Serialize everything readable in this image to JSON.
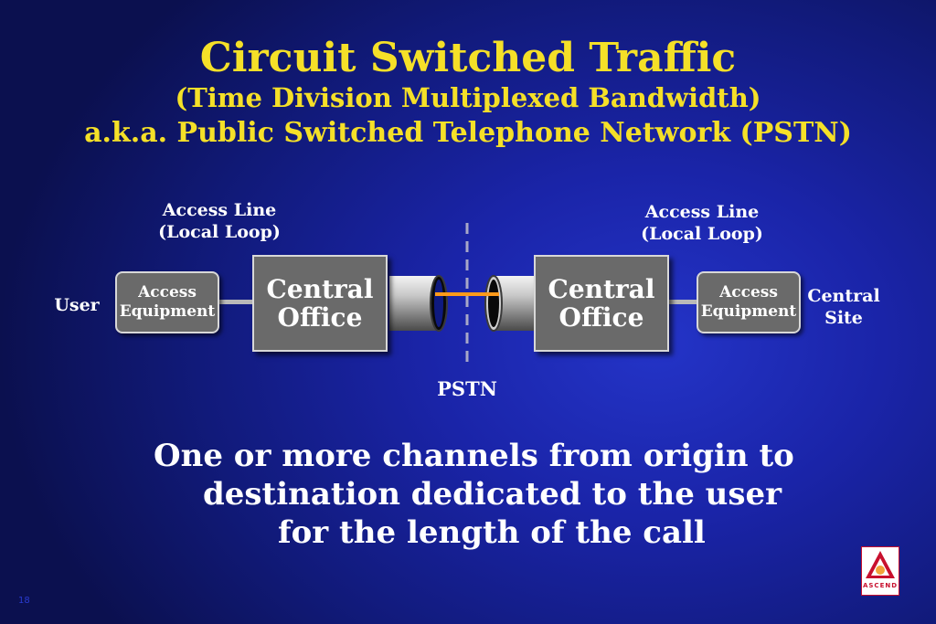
{
  "header": {
    "title": "Circuit Switched Traffic",
    "subtitle": "(Time Division Multiplexed Bandwidth)",
    "subtitle2": "a.k.a. Public Switched Telephone Network (PSTN)"
  },
  "diagram": {
    "left_access_line": [
      "Access Line",
      "(Local Loop)"
    ],
    "right_access_line": [
      "Access Line",
      "(Local Loop)"
    ],
    "user_label": "User",
    "central_site_label": [
      "Central",
      "Site"
    ],
    "left_access_equipment": [
      "Access",
      "Equipment"
    ],
    "right_access_equipment": [
      "Access",
      "Equipment"
    ],
    "left_central_office": [
      "Central",
      "Office"
    ],
    "right_central_office": [
      "Central",
      "Office"
    ],
    "pstn_label": "PSTN"
  },
  "body_text": [
    "One or more channels from origin to",
    "destination dedicated to the user",
    "for the length of the call"
  ],
  "logo": {
    "name": "ascend-logo",
    "text": "ASCEND"
  },
  "page_number": "18",
  "colors": {
    "title": "#f5e028",
    "text": "#ffffff",
    "box_fill": "#6a6a6a",
    "link_orange": "#ff9a1a",
    "background": "#1a24a8"
  }
}
